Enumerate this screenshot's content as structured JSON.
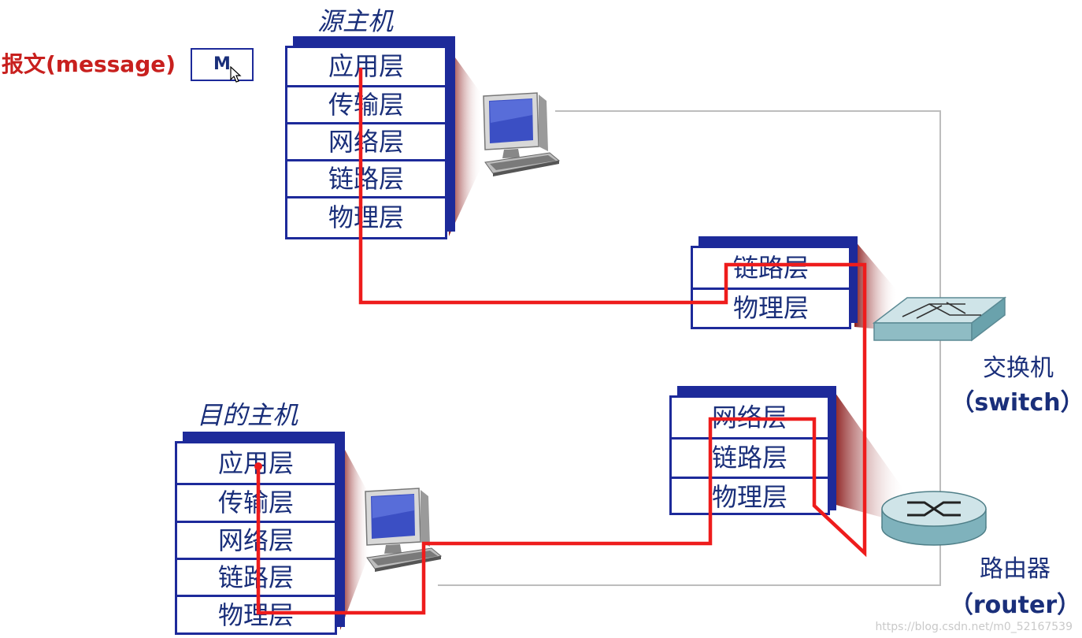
{
  "source_host": {
    "title": "源主机",
    "layers": [
      "应用层",
      "传输层",
      "网络层",
      "链路层",
      "物理层"
    ]
  },
  "dest_host": {
    "title": "目的主机",
    "layers": [
      "应用层",
      "传输层",
      "网络层",
      "链路层",
      "物理层"
    ]
  },
  "message": {
    "label": "报文(message)",
    "box_text": "M"
  },
  "switch": {
    "layers": [
      "链路层",
      "物理层"
    ],
    "name_zh": "交换机",
    "name_en": "（switch）"
  },
  "router": {
    "layers": [
      "网络层",
      "链路层",
      "物理层"
    ],
    "name_zh": "路由器",
    "name_en": "（router）"
  },
  "colors": {
    "path": "#ee1c1c",
    "stack": "#1d2a9a",
    "text": "#1a2f7a",
    "message": "#c8201e"
  },
  "watermark": "https://blog.csdn.net/m0_52167539"
}
